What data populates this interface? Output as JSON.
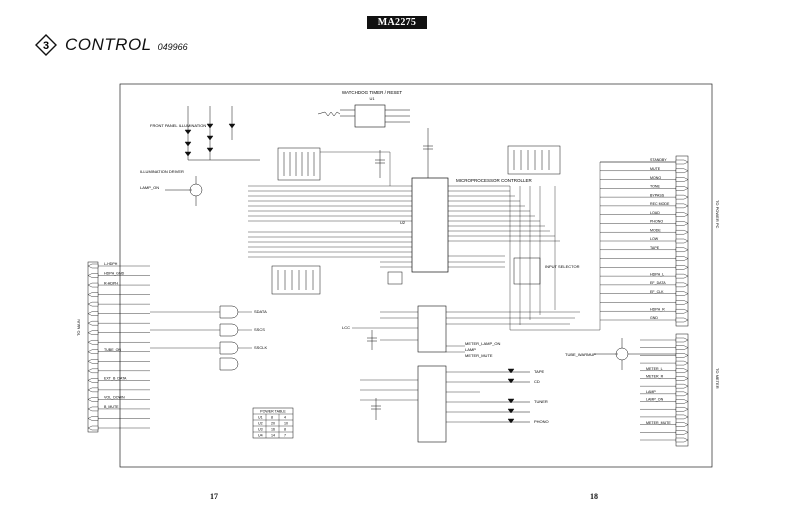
{
  "header": {
    "model": "MA2275",
    "section_number": "3",
    "section_title": "CONTROL",
    "section_code": "049966"
  },
  "blocks": {
    "watchdog": "WATCHDOG TIMER / RESET",
    "watchdog_ref": "U1",
    "front_panel": "FRONT PANEL ILLUMINATION",
    "illum_driver": "ILLUMINATION DRIVER",
    "mcu": "MICROPROCESSOR CONTROLLER",
    "mcu_ref": "U2",
    "input_selector": "INPUT SELECTOR",
    "lamp_on": "LAMP_ON",
    "lcc": "LCC",
    "meter_lamp_on": "METER_LAMP_ON",
    "lamp": "LAMP",
    "meter_mute": "METER_MUTE",
    "tube_warmup": "TUBE_WARMUP",
    "tape": "TAPE",
    "cd": "CD",
    "tuner": "TUNER",
    "phono": "PHONO",
    "to_power_pc": "TO POWER PC",
    "to_meter": "TO METER",
    "to_main": "TO MAIN",
    "sdata": "SDATA",
    "sscs": "SSCS",
    "ssclk": "SSCLK"
  },
  "right_connector_top": [
    "STANDBY",
    "MUTE",
    "MONO",
    "TONE",
    "BYPASS",
    "REC MODE",
    "LOAD",
    "PHONO",
    "MODE",
    "LOW",
    "TAPE",
    "",
    "",
    "HDPH_L",
    "EF_DATA",
    "EF_CLK",
    "",
    "HDPH_R",
    "GND"
  ],
  "right_connector_bottom": [
    "",
    "",
    "",
    "",
    "METER_L",
    "METER_R",
    "",
    "LAMP",
    "LAMP_ON",
    "",
    "",
    "METER_MUTE",
    "",
    ""
  ],
  "left_connector": [
    "L-HDPH",
    "HDPH_GND",
    "R-HDPH",
    "",
    "",
    "",
    "",
    "",
    "",
    "TUBE_ON",
    "",
    "",
    "EXT_B_DATA",
    "",
    "VOL_DOWN",
    "B_MUTE",
    "",
    ""
  ],
  "power_table": {
    "header": "POWER TABLE",
    "rows": [
      [
        "U1",
        "8",
        "4"
      ],
      [
        "U2",
        "20",
        "10"
      ],
      [
        "U3",
        "16",
        "8"
      ],
      [
        "U4",
        "14",
        "7"
      ]
    ]
  },
  "page_numbers": {
    "left": "17",
    "right": "18"
  }
}
